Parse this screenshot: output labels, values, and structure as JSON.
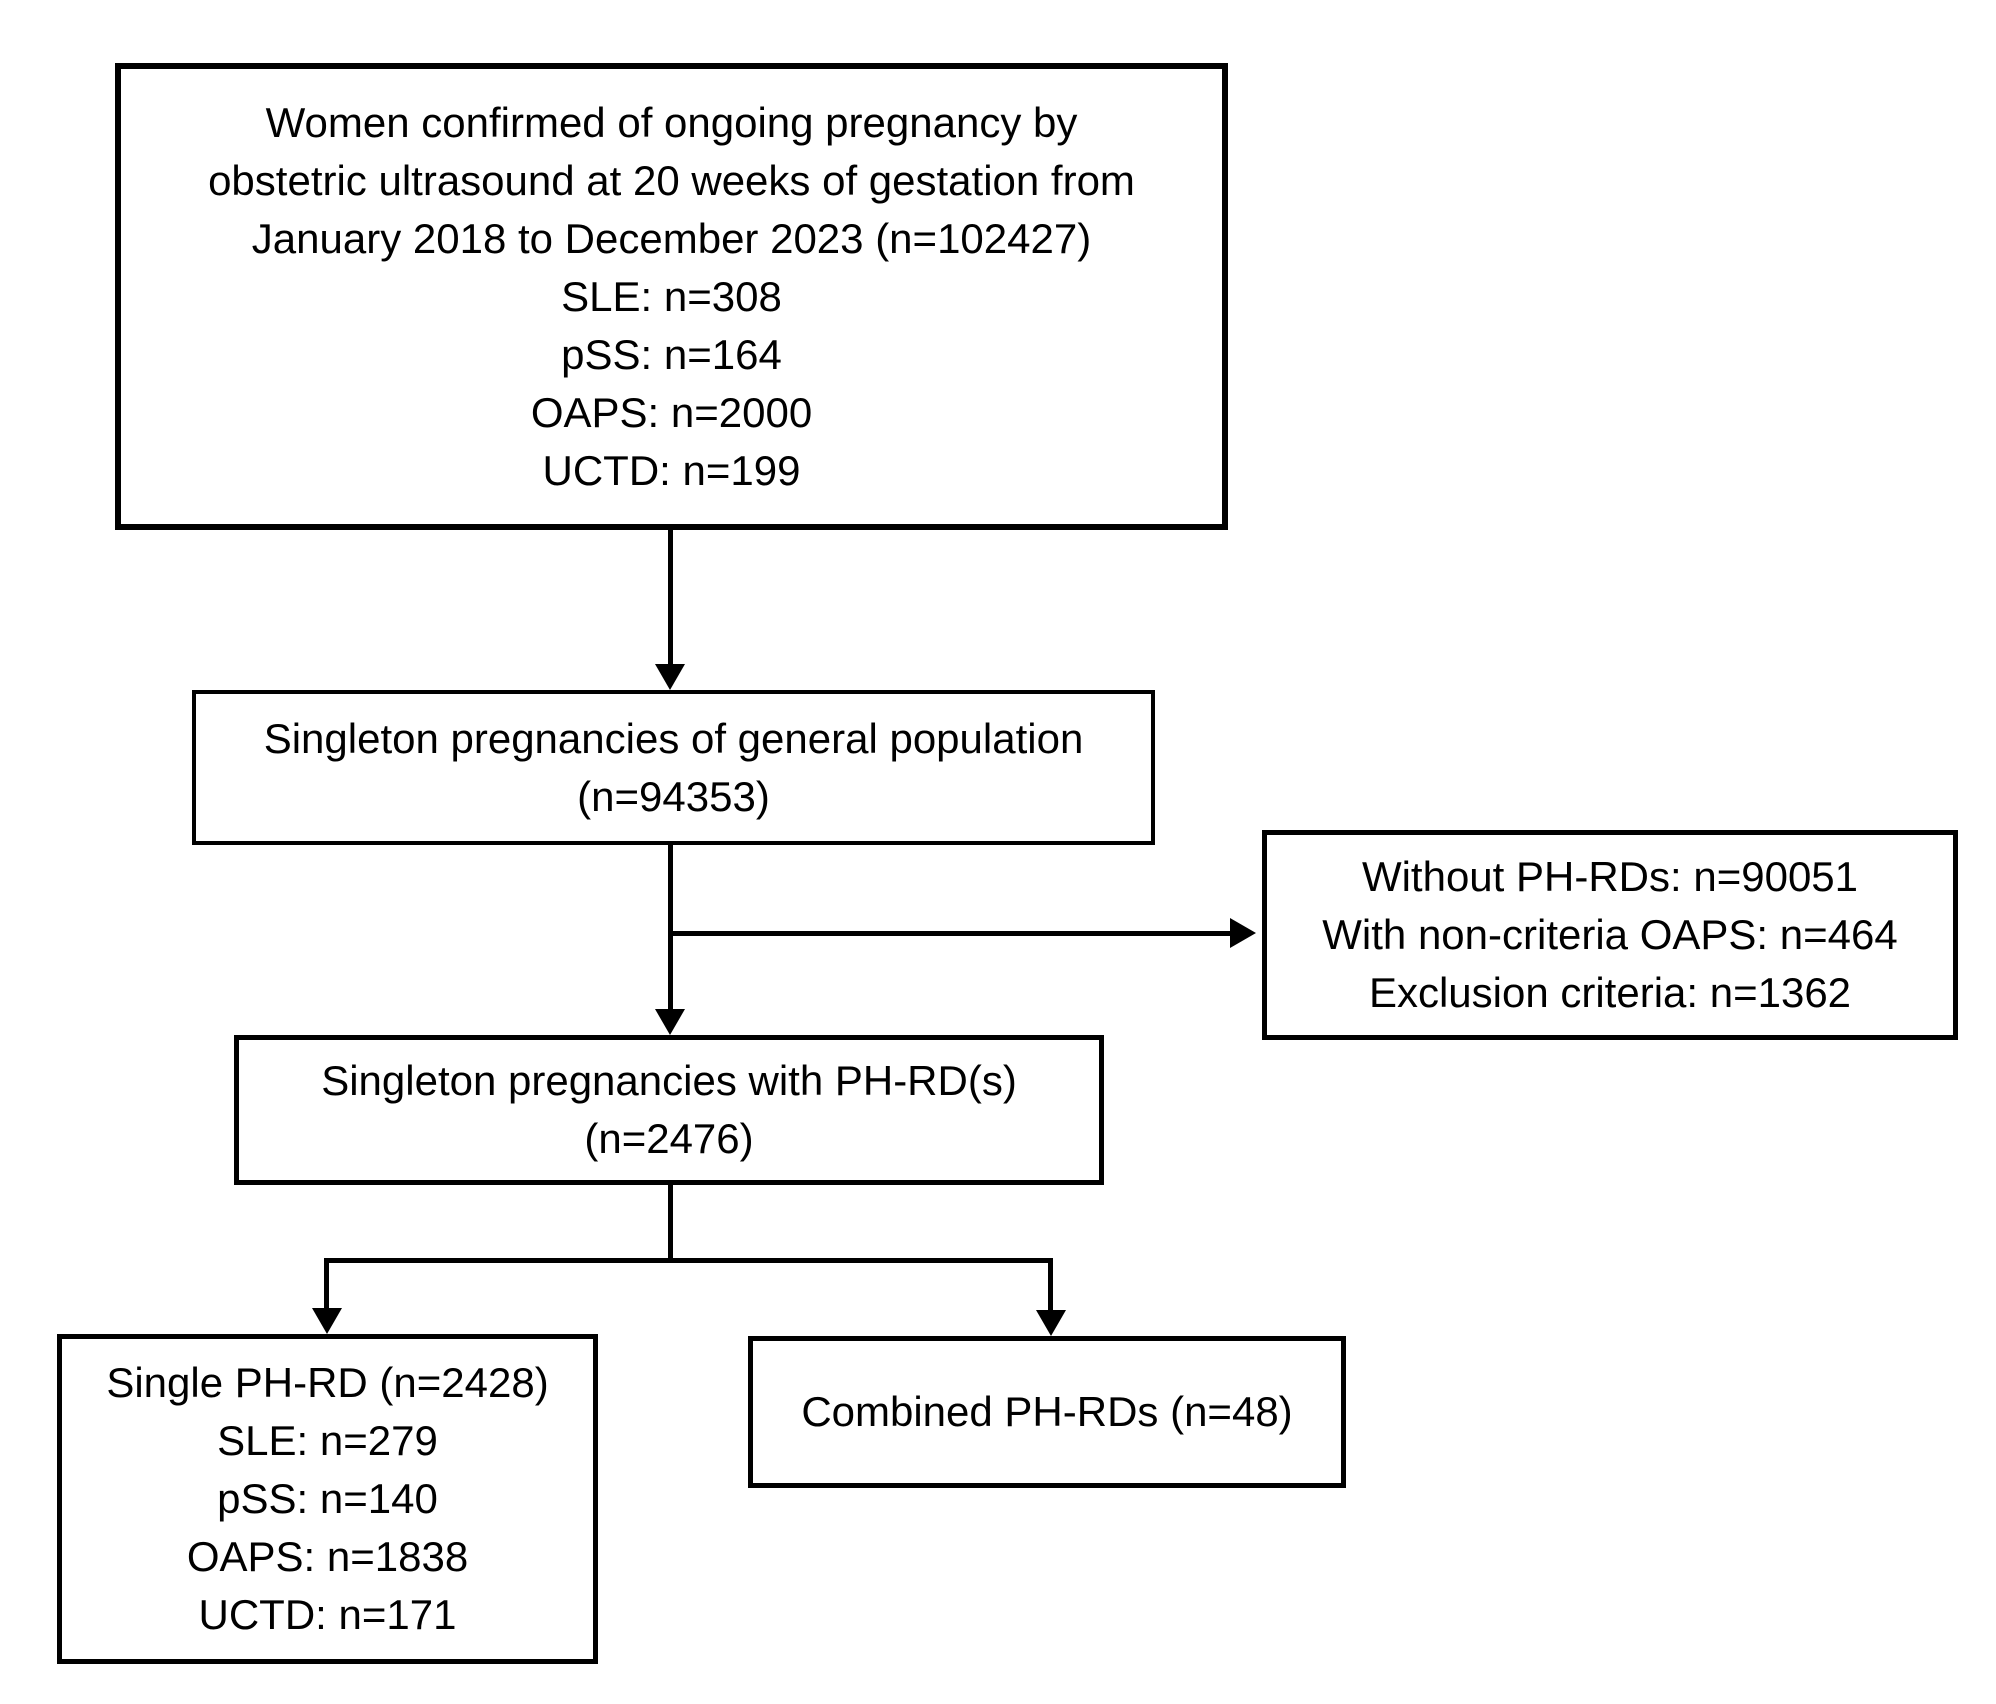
{
  "figure": {
    "type": "study-flow-diagram",
    "background_color": "#ffffff",
    "line_color": "#000000",
    "text_color": "#000000"
  },
  "boxes": {
    "eligible": {
      "lines": [
        "Women confirmed of ongoing pregnancy by",
        "obstetric ultrasound at 20 weeks of gestation from",
        "January 2018 to December 2023 (n=102427)",
        "SLE: n=308",
        "pSS: n=164",
        "OAPS: n=2000",
        "UCTD: n=199"
      ]
    },
    "general_population": {
      "lines": [
        "Singleton pregnancies of general population",
        "(n=94353)"
      ]
    },
    "excluded": {
      "lines": [
        "Without PH-RDs: n=90051",
        "With non-criteria OAPS: n=464",
        "Exclusion criteria: n=1362"
      ]
    },
    "phrd": {
      "lines": [
        "Singleton pregnancies with PH-RD(s)",
        "(n=2476)"
      ]
    },
    "single_phrd": {
      "lines": [
        "Single PH-RD (n=2428)",
        "SLE: n=279",
        "pSS: n=140",
        "OAPS: n=1838",
        "UCTD: n=171"
      ]
    },
    "combined_phrds": {
      "lines": [
        "Combined PH-RDs (n=48)"
      ]
    }
  }
}
